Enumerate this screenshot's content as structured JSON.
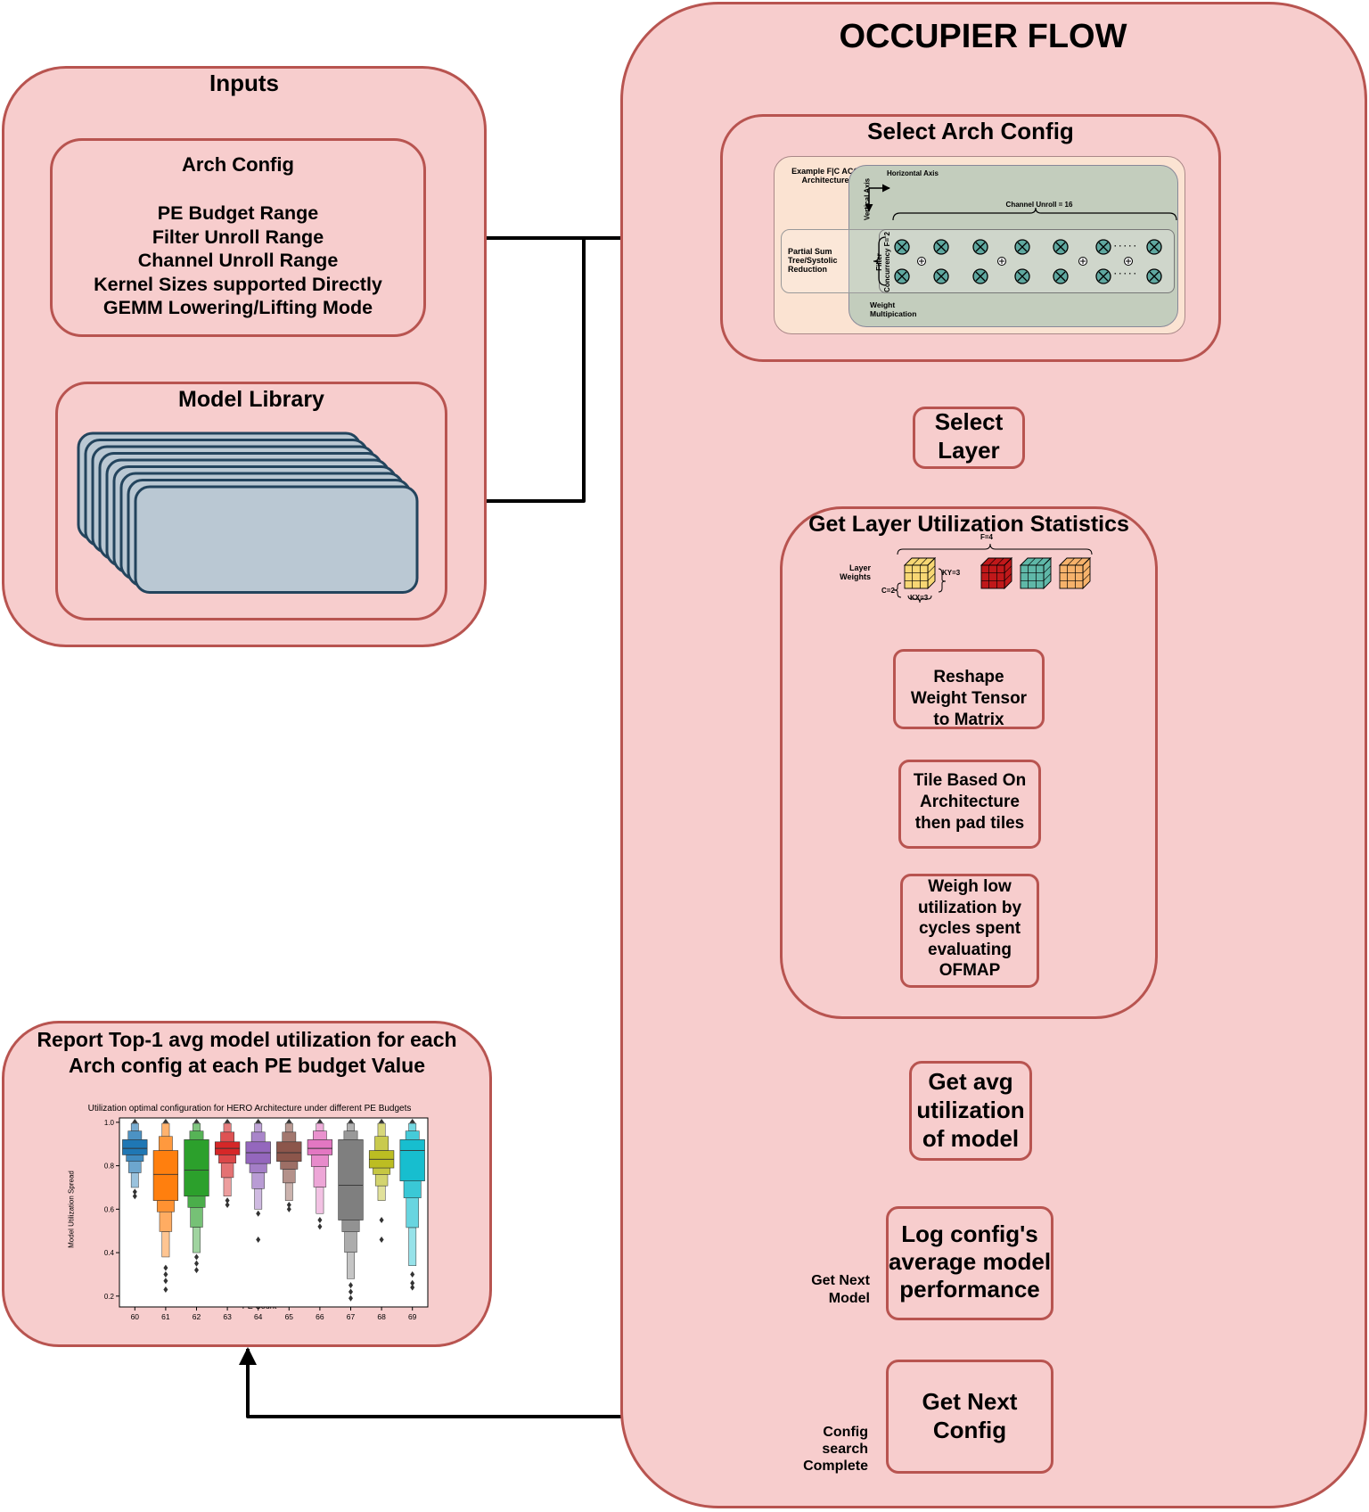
{
  "inputs": {
    "title": "Inputs",
    "arch_config": {
      "title": "Arch Config",
      "items": [
        "PE Budget Range",
        "Filter Unroll Range",
        "Channel Unroll Range",
        "Kernel Sizes supported Directly",
        "GEMM Lowering/Lifting Mode"
      ]
    },
    "model_library": {
      "title": "Model Library"
    }
  },
  "occupier": {
    "title": "OCCUPIER FLOW",
    "select_arch": {
      "title": "Select Arch Config",
      "figure": {
        "example_label": "Example F|C ACC Architecture",
        "horizontal_axis": "Horizontal Axis",
        "vertical_axis": "Vertical Axis",
        "channel_unroll": "Channel Unroll = 16",
        "partial_sum": "Partial Sum Tree/Systolic Reduction",
        "filter_concurrency": "Filter Concurrency F= 2",
        "weight_mult": "Weight Multipication",
        "dots": "· · · · ·"
      }
    },
    "select_layer": "Select Layer",
    "layer_stats": {
      "title": "Get Layer Utilization Statistics",
      "figure": {
        "layer_weights": "Layer Weights",
        "f_label": "F=4",
        "ky_label": "KY=3",
        "c_label": "C=2",
        "kx_label": "KX=3",
        "cube_colors": [
          "#f7d774",
          "#c0181a",
          "#5fb8a8",
          "#f6b26b"
        ]
      },
      "reshape": "Reshape Weight Tensor to Matrix",
      "tile": "Tile Based On Architecture then pad tiles",
      "weigh": "Weigh low utilization by cycles spent evaluating OFMAP"
    },
    "get_avg": "Get avg utilization of model",
    "log_config": "Log config's average model performance",
    "get_next_config": "Get Next Config",
    "get_next_model_label": "Get Next Model",
    "config_complete_label": "Config search Complete"
  },
  "report": {
    "title": "Report Top-1 avg model utilization for each Arch config at each PE budget Value",
    "chart": {
      "title": "Utilization optimal configuration for HERO Architecture under different PE Budgets",
      "ylabel": "Model Utilization Spread",
      "xlabel": "PE Count",
      "yticks": [
        "0.2",
        "0.4",
        "0.6",
        "0.8",
        "1.0"
      ]
    }
  },
  "chart_data": {
    "type": "boxen",
    "title": "Utilization optimal configuration for HERO Architecture under different PE Budgets",
    "xlabel": "PE Count",
    "ylabel": "Model Utilization Spread",
    "ylim": [
      0.15,
      1.02
    ],
    "categories": [
      "60",
      "61",
      "62",
      "63",
      "64",
      "65",
      "66",
      "67",
      "68",
      "69"
    ],
    "colors": [
      "#1f77b4",
      "#ff7f0e",
      "#2ca02c",
      "#d62728",
      "#9467bd",
      "#8c564b",
      "#e377c2",
      "#7f7f7f",
      "#bcbd22",
      "#17becf"
    ],
    "medians": [
      0.88,
      0.76,
      0.78,
      0.88,
      0.86,
      0.86,
      0.88,
      0.71,
      0.83,
      0.87
    ],
    "q1": [
      0.85,
      0.64,
      0.66,
      0.85,
      0.81,
      0.82,
      0.85,
      0.55,
      0.79,
      0.73
    ],
    "q3": [
      0.92,
      0.87,
      0.92,
      0.91,
      0.91,
      0.91,
      0.92,
      0.92,
      0.87,
      0.92
    ],
    "whisker_low": [
      0.7,
      0.38,
      0.4,
      0.66,
      0.6,
      0.64,
      0.58,
      0.28,
      0.64,
      0.34
    ],
    "max": [
      1.0,
      1.0,
      1.0,
      1.0,
      1.0,
      1.0,
      1.0,
      1.0,
      1.0,
      1.0
    ],
    "outliers": [
      [
        0.66,
        0.68
      ],
      [
        0.23,
        0.27,
        0.3,
        0.33
      ],
      [
        0.32,
        0.35,
        0.38
      ],
      [
        0.62,
        0.64
      ],
      [
        0.46,
        0.58
      ],
      [
        0.6,
        0.62
      ],
      [
        0.52,
        0.55
      ],
      [
        0.19,
        0.22,
        0.25
      ],
      [
        0.46,
        0.55
      ],
      [
        0.24,
        0.26,
        0.3
      ]
    ]
  }
}
